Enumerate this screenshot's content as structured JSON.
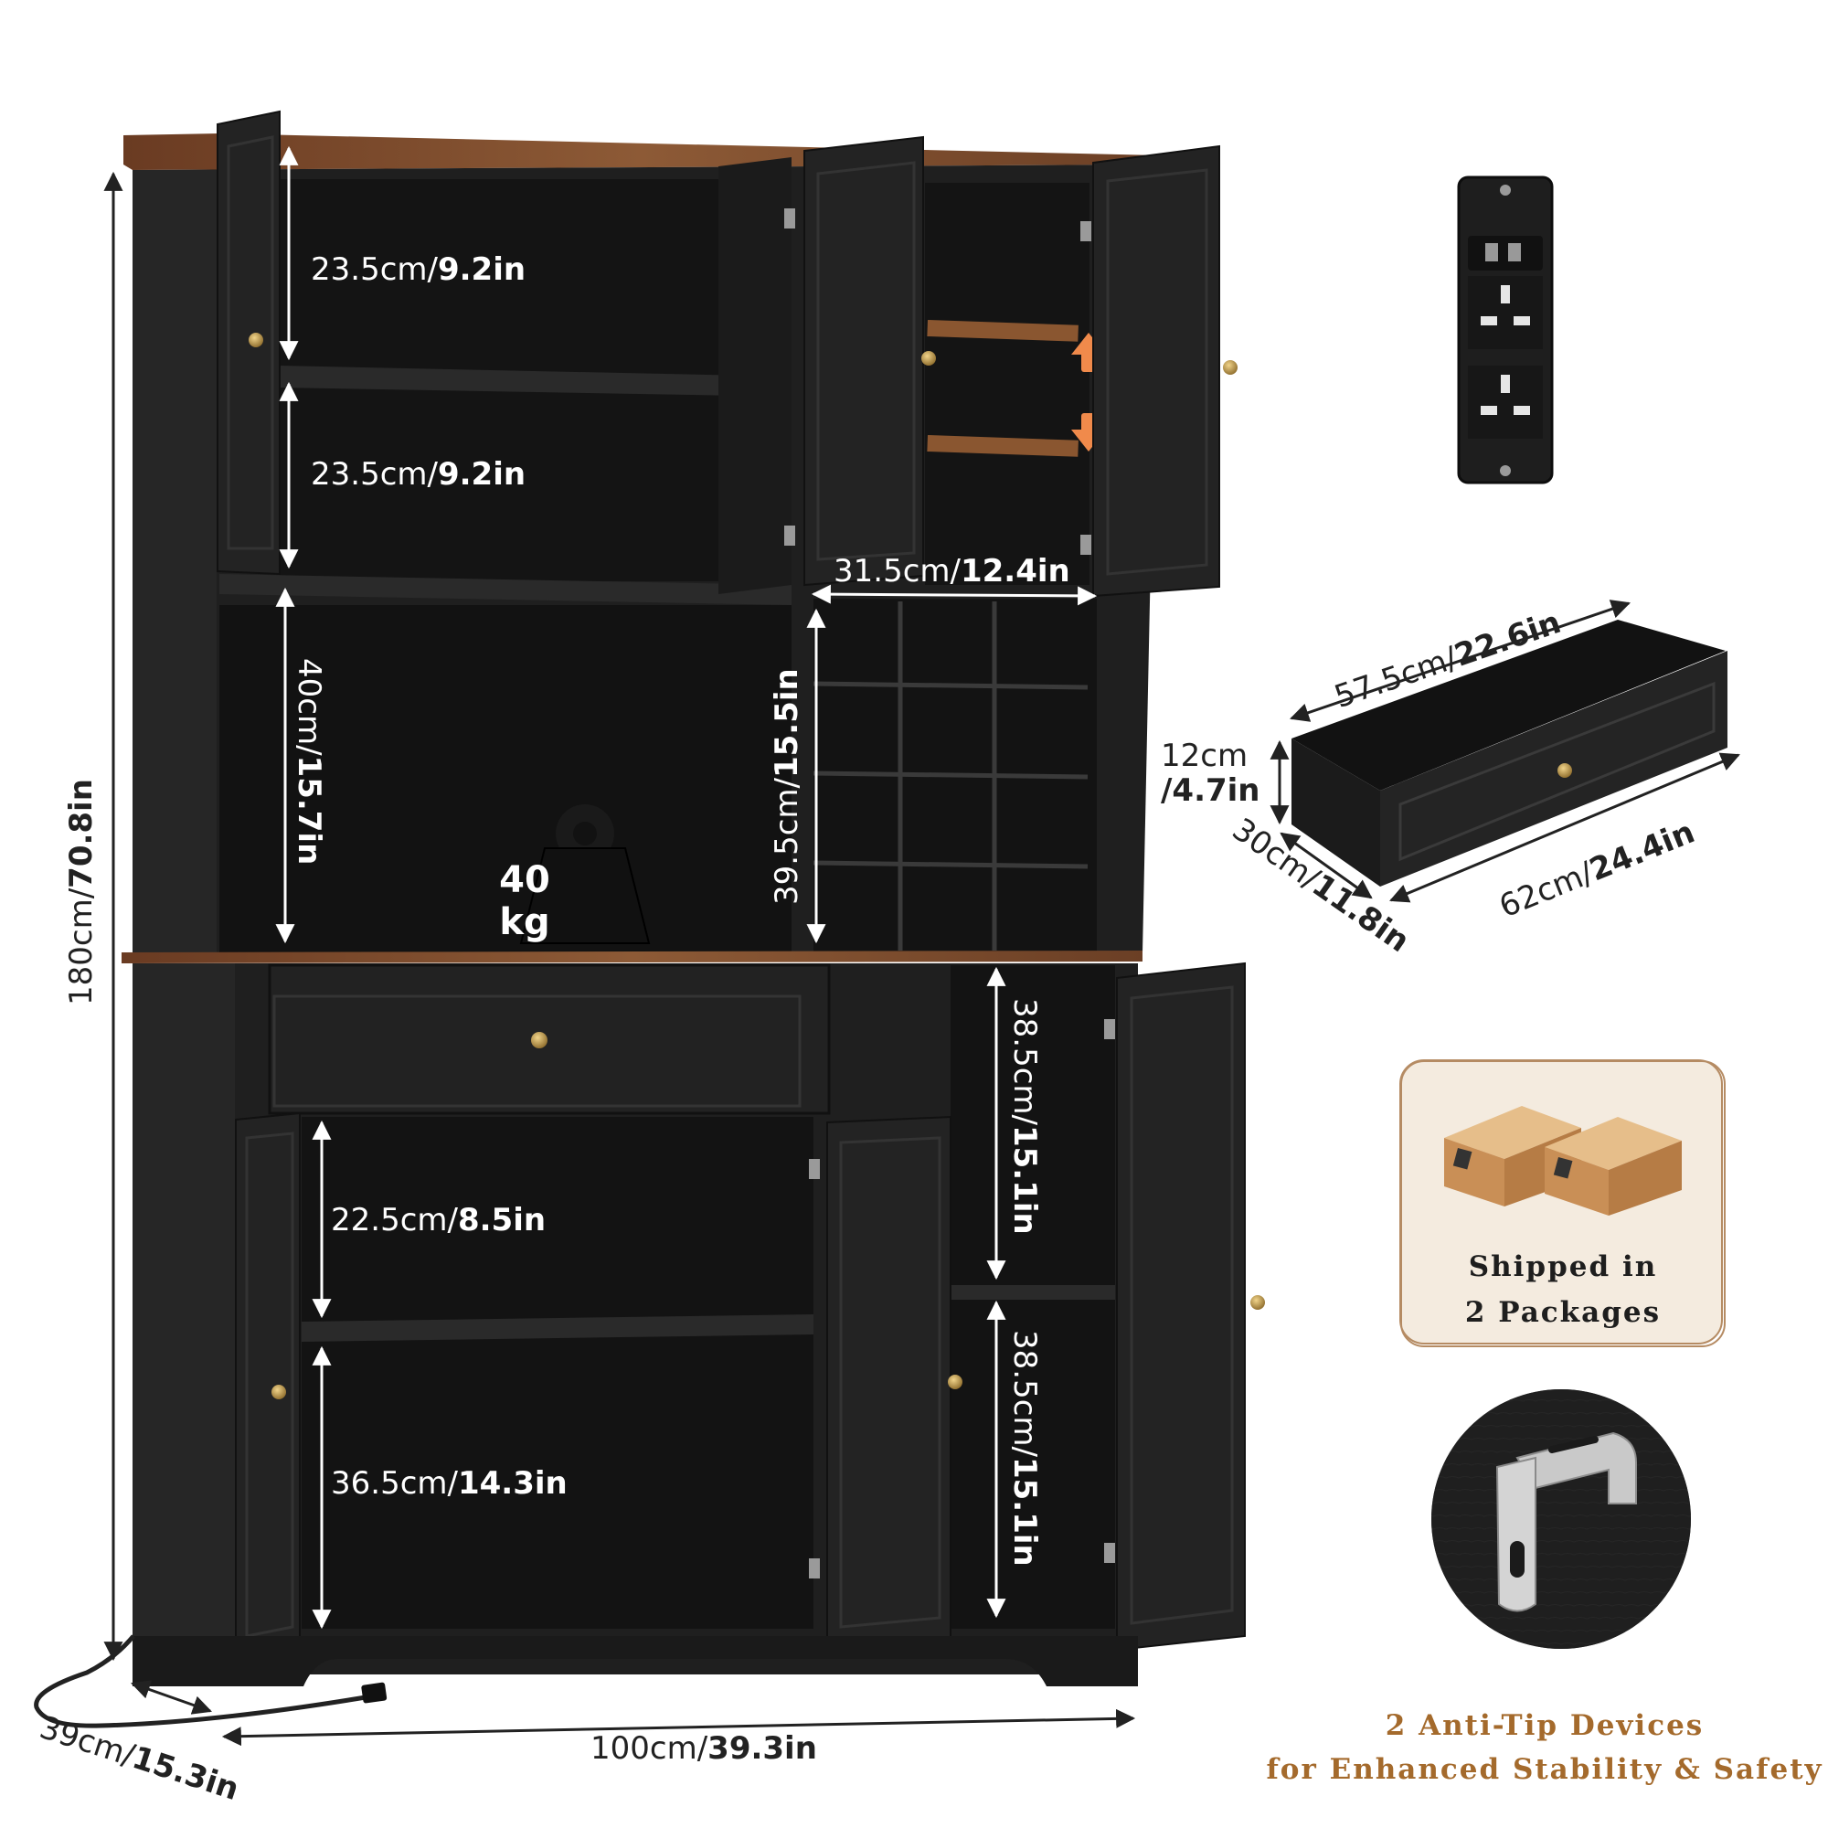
{
  "colors": {
    "cabinet": "#202020",
    "cabinet_interior": "#161616",
    "wood_top": "#7a4a2b",
    "accent_orange": "#f08a4b",
    "badge_border": "#b58b63",
    "badge_bg": "#f4ebdf",
    "anti_tip_text": "#a46a2c"
  },
  "icons": [
    "weight-icon",
    "power-outlet-icon",
    "cardboard-box-icon",
    "anti-tip-bracket-icon",
    "arrow-up-icon",
    "arrow-down-icon"
  ],
  "dimensions": {
    "top_shelf_1": {
      "cm": "23.5cm/",
      "in": "9.2in"
    },
    "top_shelf_2": {
      "cm": "23.5cm/",
      "in": "9.2in"
    },
    "open_shelf_height": {
      "cm": "40cm/",
      "in": "15.7in"
    },
    "wine_rack_width": {
      "cm": "31.5cm/",
      "in": "12.4in"
    },
    "wine_rack_height": {
      "cm": "39.5cm/",
      "in": "15.5in"
    },
    "total_height": {
      "cm": "180cm/",
      "in": "70.8in"
    },
    "lower_right_1": {
      "cm": "38.5cm/",
      "in": "15.1in"
    },
    "lower_right_2": {
      "cm": "38.5cm/",
      "in": "15.1in"
    },
    "lower_left_1": {
      "cm": "22.5cm/",
      "in": "8.5in"
    },
    "lower_left_2": {
      "cm": "36.5cm/",
      "in": "14.3in"
    },
    "total_width": {
      "cm": "100cm/",
      "in": "39.3in"
    },
    "total_depth": {
      "cm": "39cm/",
      "in": "15.3in"
    }
  },
  "drawer": {
    "inner_length": {
      "cm": "57.5cm/",
      "in": "22.6in"
    },
    "height_cm": "12cm",
    "height_in": "/4.7in",
    "depth": {
      "cm": "30cm/",
      "in": "11.8in"
    },
    "outer_length": {
      "cm": "62cm/",
      "in": "24.4in"
    }
  },
  "load": {
    "value": "40",
    "unit": "kg"
  },
  "shipping": {
    "line1": "Shipped in",
    "line2": "2 Packages"
  },
  "anti_tip": {
    "line1": "2 Anti-Tip Devices",
    "line2": "for Enhanced Stability & Safety"
  }
}
